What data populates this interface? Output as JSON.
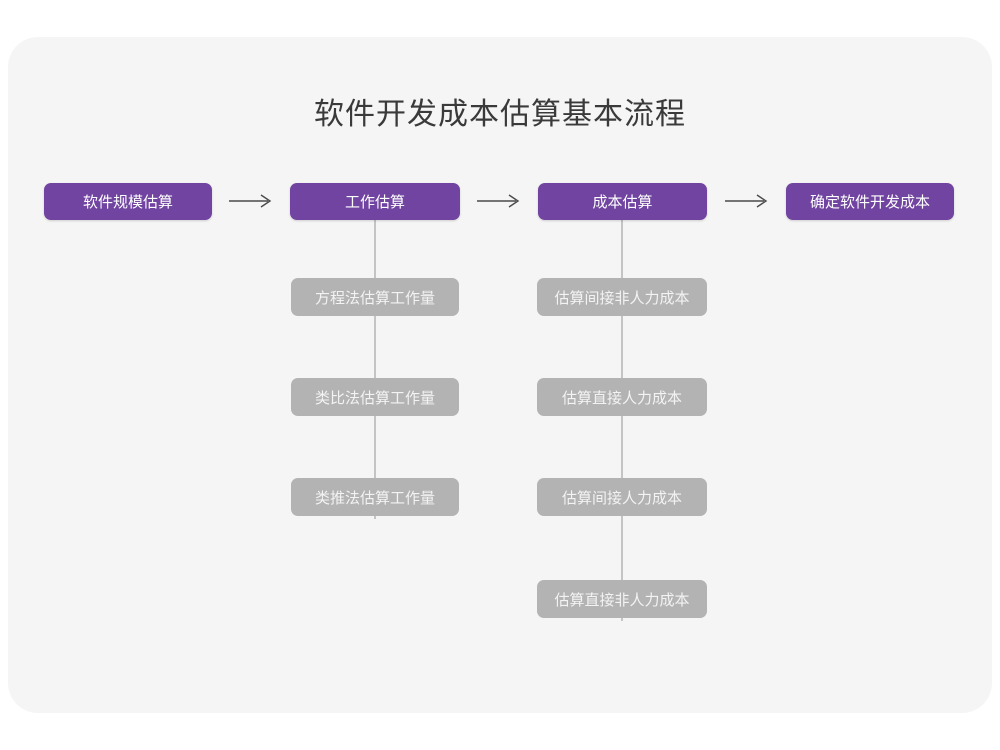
{
  "canvas": {
    "background_color": "#ffffff",
    "card_color": "#f5f5f5",
    "primary_color": "#7044a0",
    "secondary_color": "#b3b3b3",
    "connector_color": "#c4c4c4",
    "title_color": "#3a3a3a"
  },
  "diagram": {
    "title": "软件开发成本估算基本流程",
    "type": "flowchart",
    "stages": [
      {
        "id": "stage-1",
        "label": "软件规模估算",
        "children": []
      },
      {
        "id": "stage-2",
        "label": "工作估算",
        "children": [
          {
            "label": "方程法估算工作量"
          },
          {
            "label": "类比法估算工作量"
          },
          {
            "label": "类推法估算工作量"
          }
        ]
      },
      {
        "id": "stage-3",
        "label": "成本估算",
        "children": [
          {
            "label": "估算间接非人力成本"
          },
          {
            "label": "估算直接人力成本"
          },
          {
            "label": "估算间接人力成本"
          },
          {
            "label": "估算直接非人力成本"
          }
        ]
      },
      {
        "id": "stage-4",
        "label": "确定软件开发成本",
        "children": []
      }
    ],
    "connectors": [
      {
        "from": "stage-1",
        "to": "stage-2",
        "glyph": "arrow-right"
      },
      {
        "from": "stage-2",
        "to": "stage-3",
        "glyph": "arrow-right"
      },
      {
        "from": "stage-3",
        "to": "stage-4",
        "glyph": "arrow-right"
      }
    ]
  }
}
